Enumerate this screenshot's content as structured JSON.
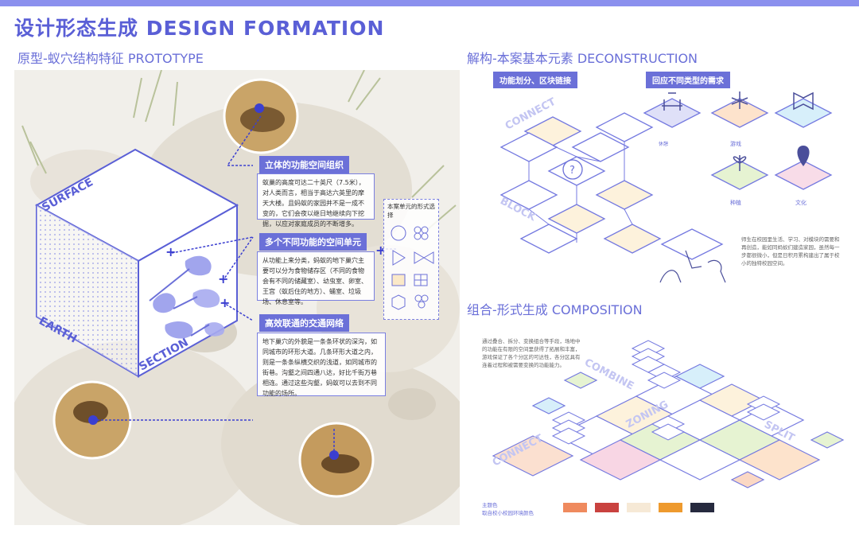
{
  "title": "设计形态生成 DESIGN FORMATION",
  "prototype": {
    "heading": "原型-蚁穴结构特征 PROTOTYPE",
    "cube_labels": {
      "surface": "SURFACE",
      "earth": "EARTH",
      "section": "SECTION"
    },
    "callouts": [
      {
        "title": "立体的功能空间组织",
        "body": "蚁巢的高度可达二十英尺（7.5米），对人类而言，相当于高达六英里的摩天大楼。且蚂蚁的家园并不是一成不变的，它们会夜以继日地继续向下挖掘，以应对家庭成员的不断增多。"
      },
      {
        "title": "多个不同功能的空间单元",
        "body": "从功能上来分类，蚂蚁的地下巢穴主要可以分为食物储存区（不同的食物会有不同的储藏室）、幼虫室、卵室、王宫（蚁后住的地方）、蛹室、垃圾场、休息室等。"
      },
      {
        "title": "高效联通的交通网络",
        "body": "地下巢穴的外貌是一条条环状的深沟，如同城市的环形大道。几条环形大道之内，则是一条条纵横交织的浅道，如同城市的街巷。沟壑之间四通八达，好比千街万巷相连。通过这些沟壑，蚂蚁可以去到不同功能的场所。"
      }
    ],
    "element_box_label": "本案单元的形式选择"
  },
  "deconstruction": {
    "heading": "解构-本案基本元素 DECONSTRUCTION",
    "pill1": "功能划分、区块链接",
    "pill2": "回应不同类型的需求",
    "words": {
      "connect": "CONNECT",
      "block": "BLOCK"
    },
    "needs": [
      "休憩",
      "游戏",
      "种植",
      "文化"
    ],
    "note": "师生在校园里生活、学习、对模块的需要和再创造，能如同蚂蚁们建造家园，虽然每一步都很微小，但是日积月累构建出了属于校小的独特校园空间。"
  },
  "composition": {
    "heading": "组合-形式生成 COMPOSITION",
    "note": "通过叠合、拆分、变换组合等手段，场地中的功能在有限的空间里获得了拓展和丰富，游戏保证了各个分区的可达性，各分区具有连着过程和被需要变换的功能能力。",
    "words": {
      "combine": "COMBINE",
      "zoning": "ZONING",
      "connect": "CONNECT",
      "split": "SPLIT"
    },
    "palette_title": "主题色",
    "palette_sub": "取自校小校园环境颜色",
    "palette": [
      "#ef8a5e",
      "#c9423f",
      "#f6e9d6",
      "#ee9a2e",
      "#262a3e"
    ]
  }
}
